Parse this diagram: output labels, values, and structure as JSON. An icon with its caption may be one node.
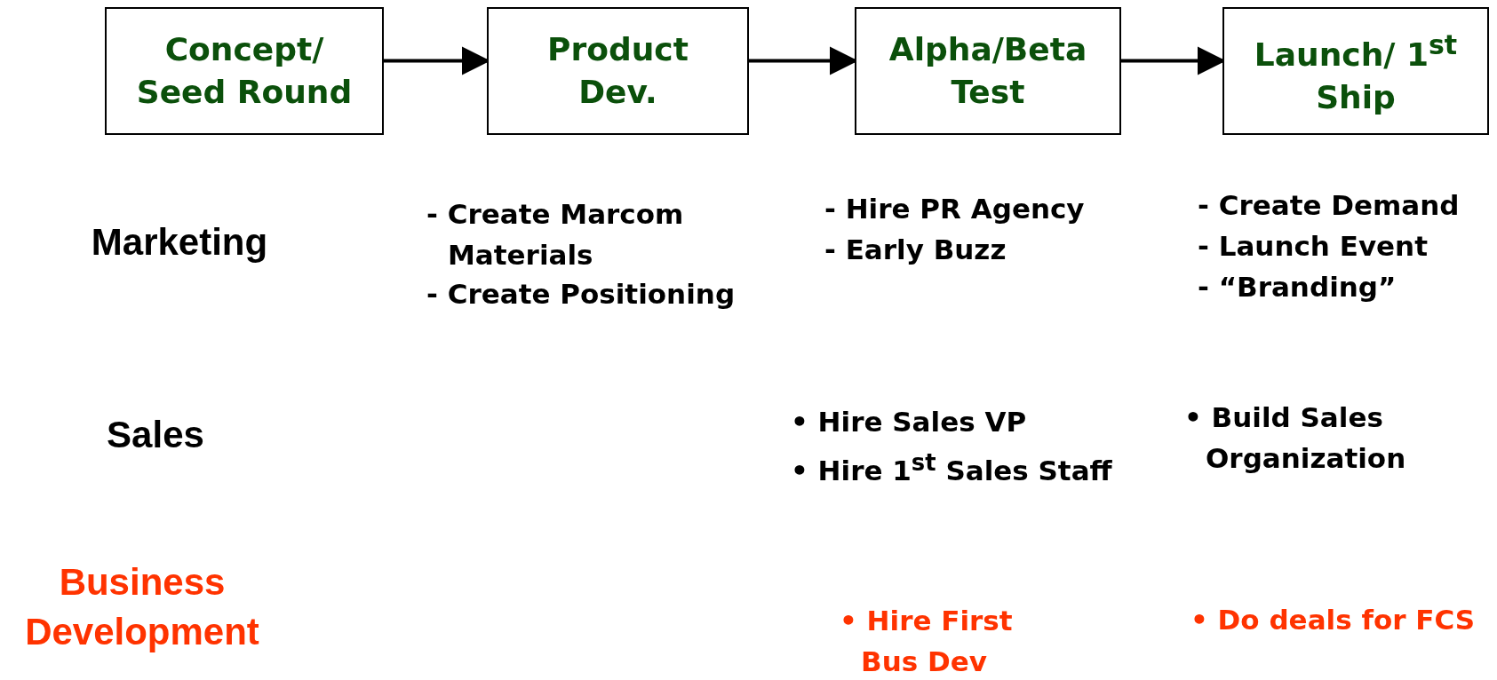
{
  "diagram": {
    "nodes": [
      {
        "text": [
          "Concept/ Seed Round"
        ]
      },
      {
        "text": [
          "Product Dev."
        ]
      },
      {
        "text": [
          "Alpha/Beta Test"
        ]
      },
      {
        "text": [
          "Launch/ 1$^{st}$ Ship"
        ]
      }
    ],
    "edges": [
      {
        "from": 0,
        "to": 1,
        "arrow": "to"
      },
      {
        "from": 1,
        "to": 2,
        "arrow": "to"
      },
      {
        "from": 2,
        "to": 3,
        "arrow": "to"
      }
    ],
    "labels": [
      "Marketing",
      "- Create Marcom Materials",
      "- Create Positioning",
      "- Hire PR Agency",
      "- Early Buzz",
      "- Create Demand",
      "- Launch Event",
      "- “Branding”",
      "Sales",
      "• Hire Sales VP",
      "• Hire 1$^{st}$  Sales Staff",
      "• Build Sales Organization",
      "Business Development",
      "•  Hire First Bus Dev",
      "• Do deals for FCS"
    ]
  }
}
